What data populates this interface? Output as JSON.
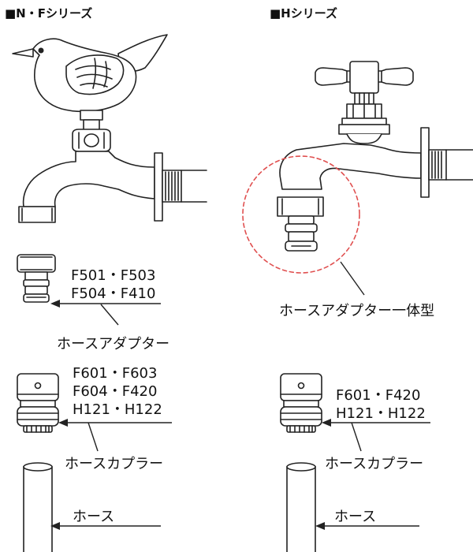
{
  "headers": {
    "left": "■N・Fシリーズ",
    "right": "■Hシリーズ"
  },
  "left": {
    "adapter_codes": [
      "F501・F503",
      "F504・F410"
    ],
    "adapter_label": "ホースアダプター",
    "coupler_codes": [
      "F601・F603",
      "F604・F420",
      "H121・H122"
    ],
    "coupler_label": "ホースカプラー",
    "hose_label": "ホース"
  },
  "right": {
    "integrated_label": "ホースアダプター一体型",
    "coupler_codes": [
      "F601・F420",
      "H121・H122"
    ],
    "coupler_label": "ホースカプラー",
    "hose_label": "ホース"
  },
  "icons": {
    "bird_handle": "bird-faucet-handle-icon",
    "cross_handle": "cross-faucet-handle-icon"
  },
  "colors": {
    "line": "#222222",
    "fill": "#ffffff",
    "highlight_circle": "#e05050"
  }
}
